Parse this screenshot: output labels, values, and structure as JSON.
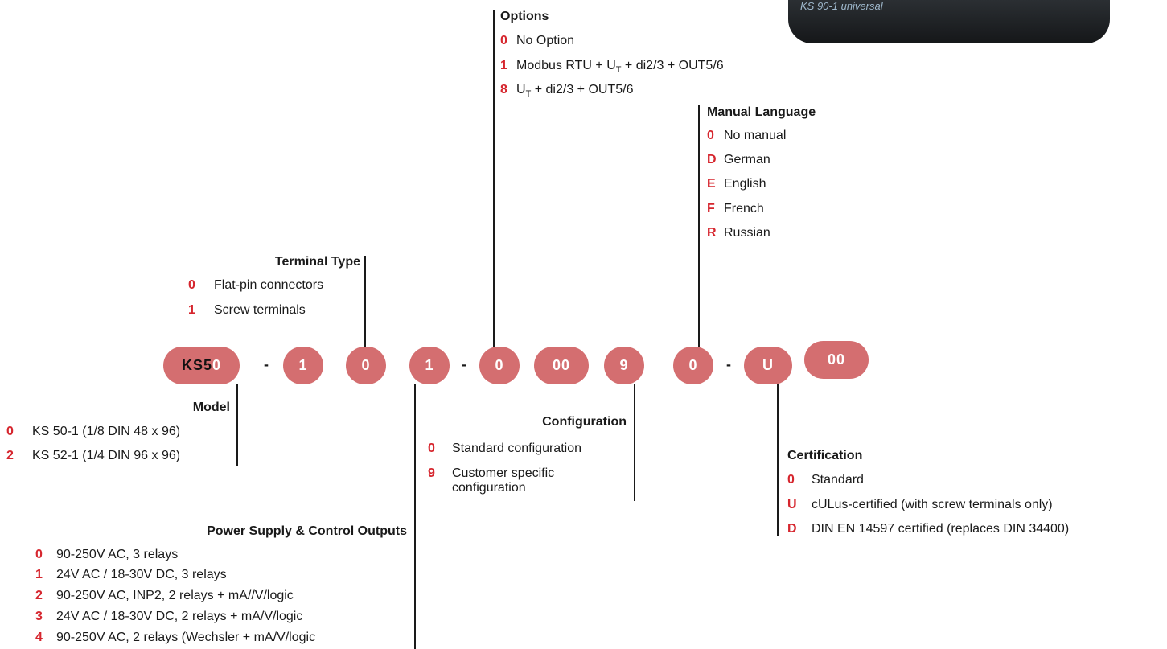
{
  "order_code": {
    "pill_prefix": "KS5",
    "pill_model": "0",
    "dash": "-",
    "pills": [
      "1",
      "0",
      "1",
      "0",
      "00",
      "9",
      "0",
      "U",
      "00"
    ]
  },
  "device_label": "KS 90-1 universal",
  "options": {
    "title": "Options",
    "items": [
      {
        "code": "0",
        "text": "No Option"
      },
      {
        "code": "1",
        "text_before": "Modbus RTU + U",
        "sub": "T",
        "text_after": " + di2/3 + OUT5/6"
      },
      {
        "code": "8",
        "text_before": "U",
        "sub": "T",
        "text_after": " + di2/3 + OUT5/6"
      }
    ]
  },
  "manual_language": {
    "title": "Manual Language",
    "items": [
      {
        "code": "0",
        "text": "No manual"
      },
      {
        "code": "D",
        "text": "German"
      },
      {
        "code": "E",
        "text": "English"
      },
      {
        "code": "F",
        "text": "French"
      },
      {
        "code": "R",
        "text": "Russian"
      }
    ]
  },
  "terminal_type": {
    "title": "Terminal Type",
    "items": [
      {
        "code": "0",
        "text": "Flat-pin connectors"
      },
      {
        "code": "1",
        "text": "Screw terminals"
      }
    ]
  },
  "model": {
    "title": "Model",
    "items": [
      {
        "code": "0",
        "text": "KS 50-1 (1/8 DIN 48 x 96)"
      },
      {
        "code": "2",
        "text": "KS 52-1 (1/4 DIN 96 x 96)"
      }
    ]
  },
  "configuration": {
    "title": "Configuration",
    "items": [
      {
        "code": "0",
        "text": "Standard configuration"
      },
      {
        "code": "9",
        "text": "Customer specific",
        "text2": "configuration"
      }
    ]
  },
  "certification": {
    "title": "Certification",
    "items": [
      {
        "code": "0",
        "text": "Standard"
      },
      {
        "code": "U",
        "text": "cULus-certified (with screw terminals only)"
      },
      {
        "code": "D",
        "text": "DIN EN 14597 certified (replaces DIN 34400)"
      }
    ]
  },
  "power_supply": {
    "title": "Power Supply & Control Outputs",
    "items": [
      {
        "code": "0",
        "text": "90-250V AC, 3 relays"
      },
      {
        "code": "1",
        "text": "24V AC / 18-30V DC, 3 relays"
      },
      {
        "code": "2",
        "text": "90-250V AC, INP2, 2 relays + mA//V/logic"
      },
      {
        "code": "3",
        "text": "24V AC / 18-30V DC, 2 relays + mA/V/logic"
      },
      {
        "code": "4",
        "text": "90-250V AC, 2 relays (Wechsler + mA/V/logic"
      }
    ]
  }
}
